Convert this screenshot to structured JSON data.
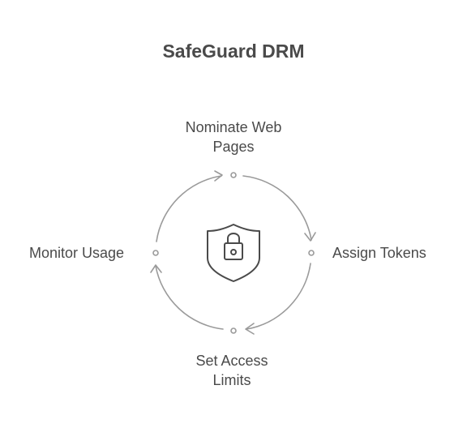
{
  "title": "SafeGuard DRM",
  "steps": [
    {
      "id": "nominate",
      "lines": [
        "Nominate Web",
        "Pages"
      ]
    },
    {
      "id": "assign",
      "lines": [
        "Assign Tokens"
      ]
    },
    {
      "id": "limits",
      "lines": [
        "Set Access",
        "Limits"
      ]
    },
    {
      "id": "monitor",
      "lines": [
        "Monitor Usage"
      ]
    }
  ],
  "center_icon": "shield-lock-icon",
  "colors": {
    "text": "#4a4a4a",
    "stroke": "#9a9a9a",
    "icon": "#4a4a4a"
  }
}
